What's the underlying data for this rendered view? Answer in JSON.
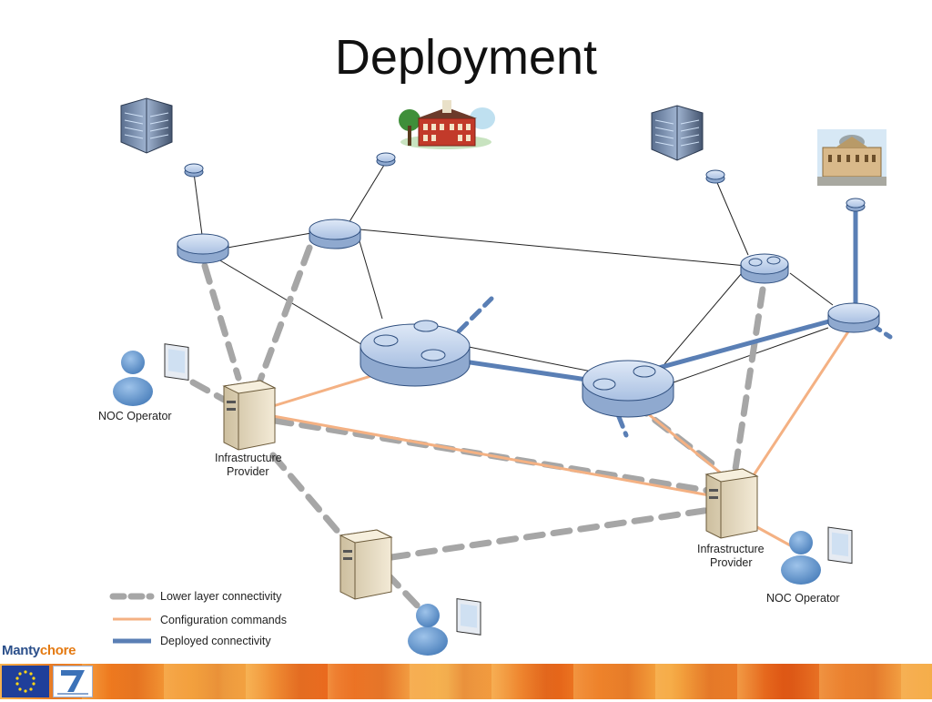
{
  "slide": {
    "title": "Deployment"
  },
  "labels": {
    "noc_left": "NOC Operator",
    "noc_right": "NOC Operator",
    "infra_left_line1": "Infrastructure",
    "infra_left_line2": "Provider",
    "infra_right_line1": "Infrastructure",
    "infra_right_line2": "Provider"
  },
  "legend": {
    "items": [
      {
        "label": "Lower layer connectivity",
        "style": "dashed-gray"
      },
      {
        "label": "Configuration commands",
        "style": "orange"
      },
      {
        "label": "Deployed connectivity",
        "style": "blue"
      }
    ]
  },
  "branding": {
    "logo_main": "Manty",
    "logo_accent": "chore"
  },
  "colors": {
    "lower_layer": "#a6a6a6",
    "config": "#f4b183",
    "deployed": "#5a7fb5",
    "router_fill": "#b9cde8",
    "router_stroke": "#2f4f7f",
    "server_fill": "#e8dcc2"
  },
  "icons": [
    "office-building-icon",
    "town-hall-icon",
    "opera-house-icon",
    "router-icon",
    "server-icon",
    "operator-workstation-icon",
    "eu-flag-icon",
    "fp7-logo-icon"
  ]
}
